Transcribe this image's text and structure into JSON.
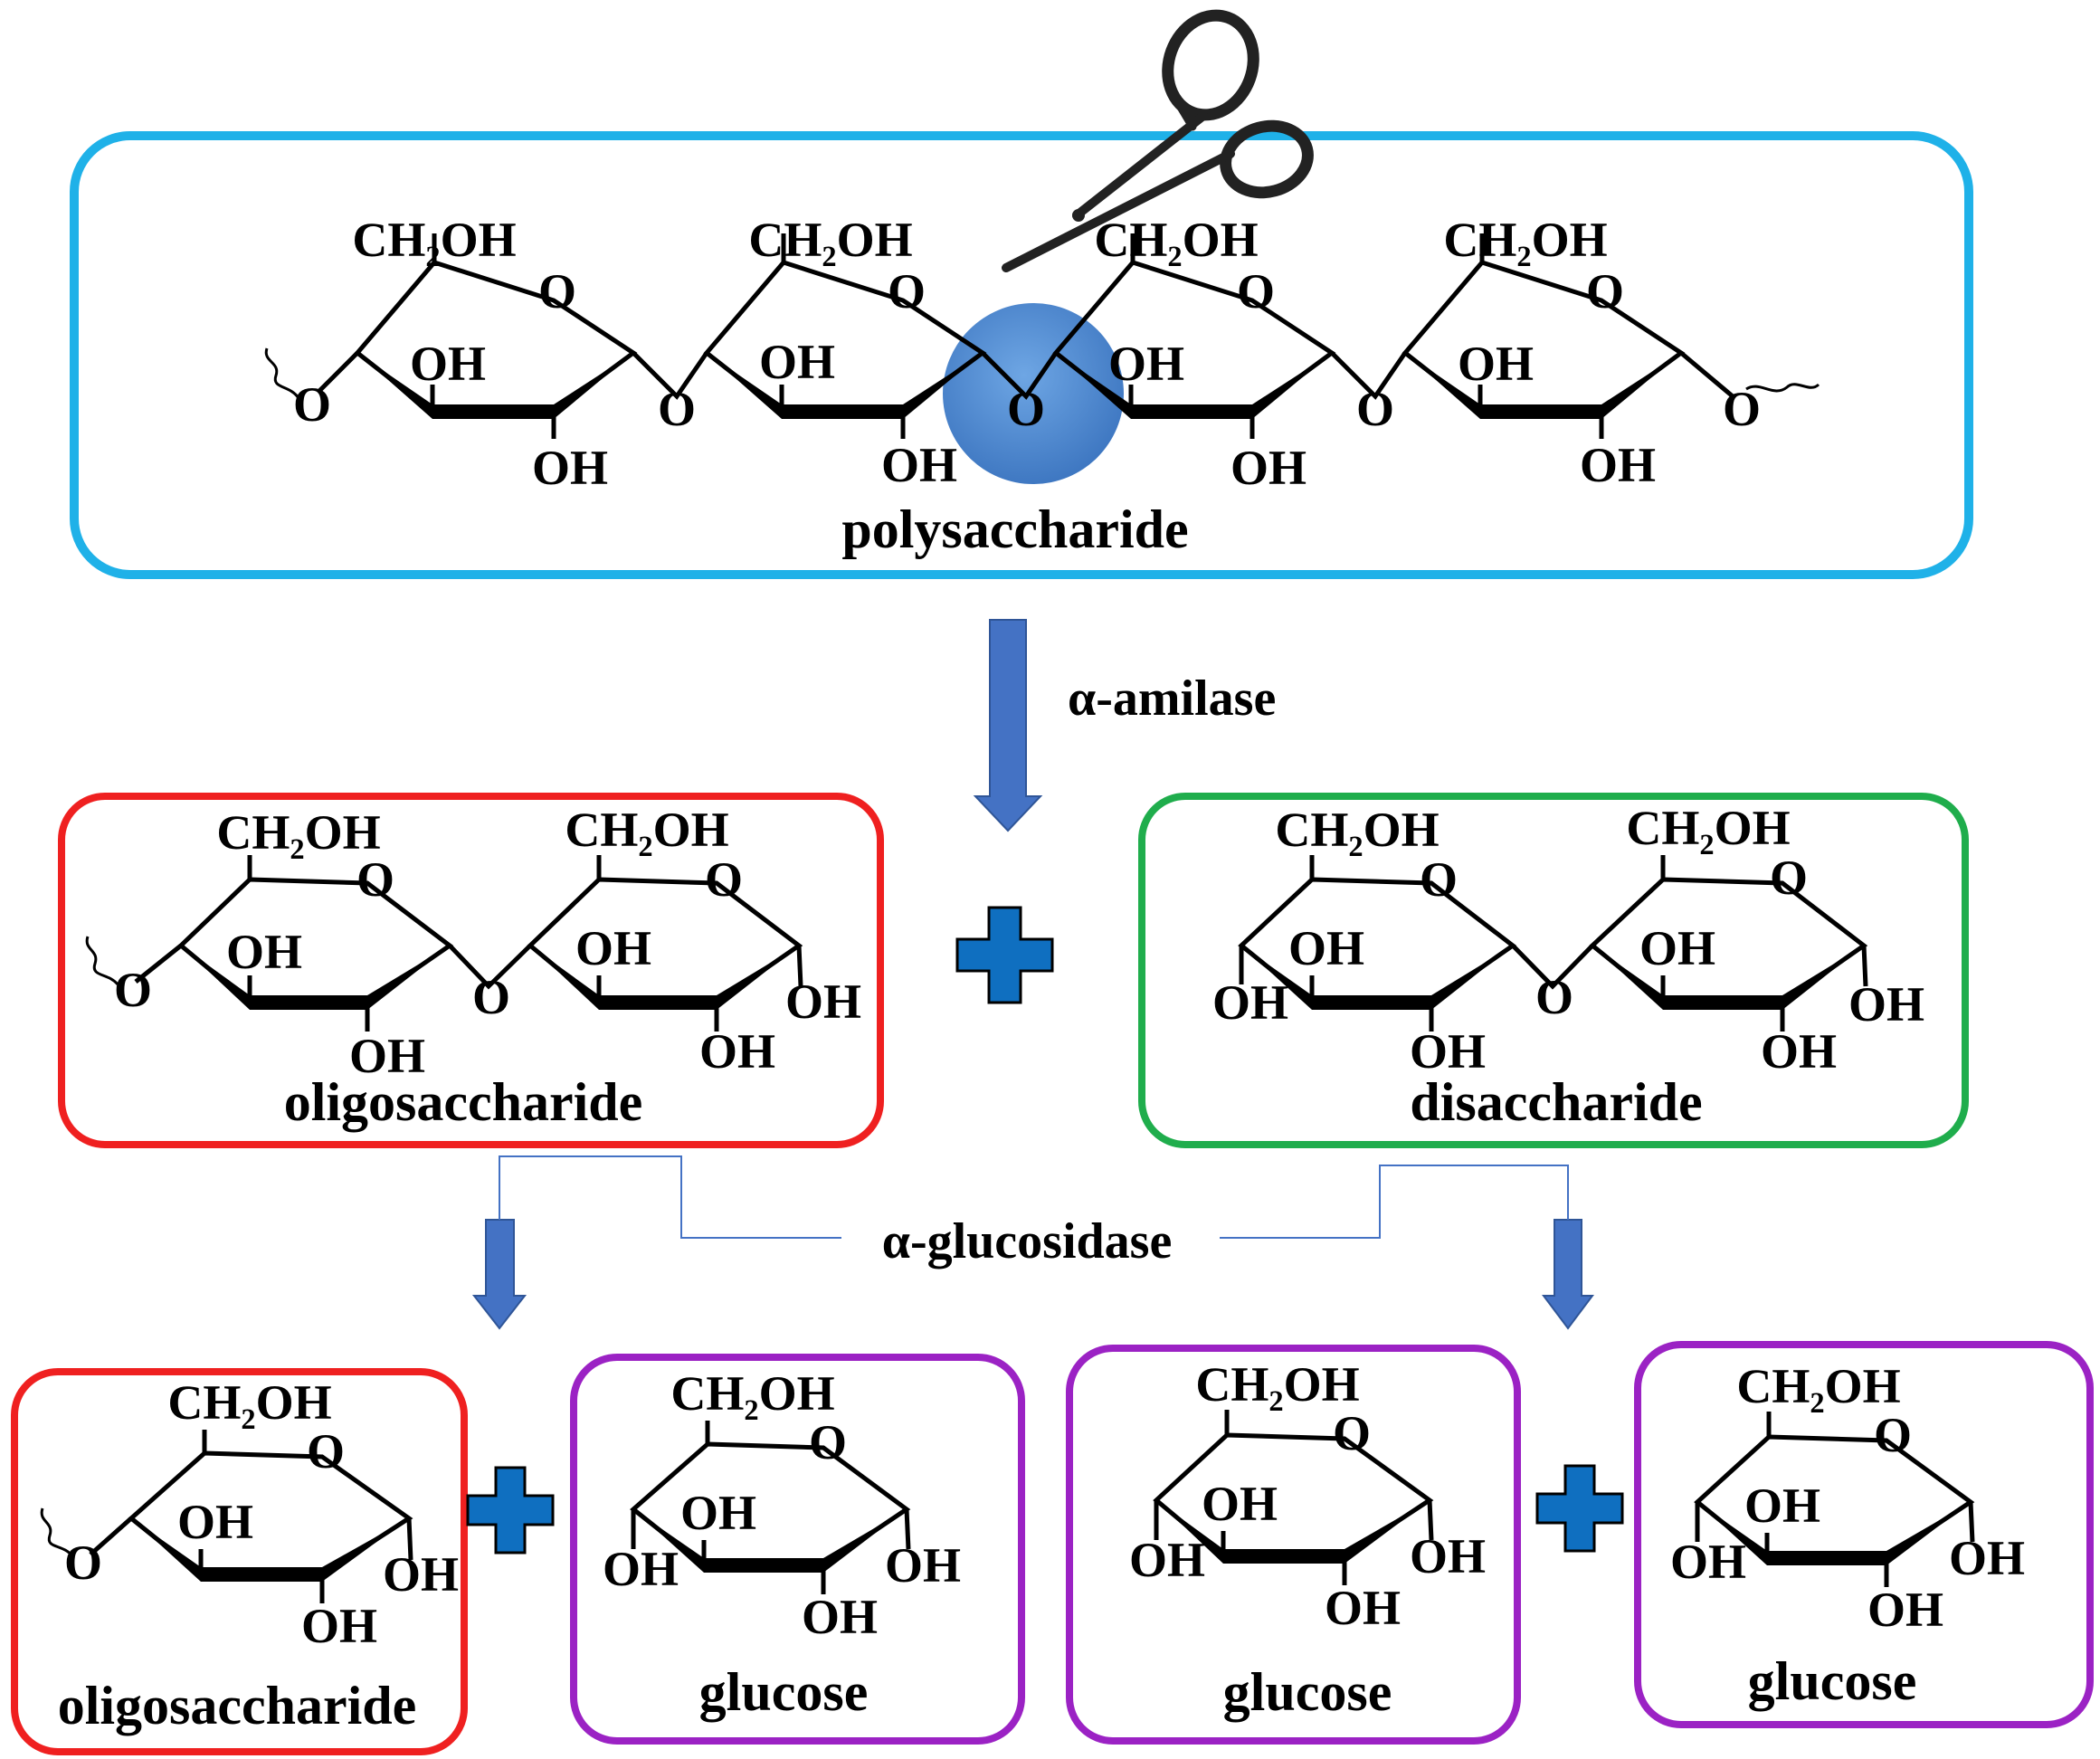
{
  "labels": {
    "polysaccharide": "polysaccharide",
    "oligosaccharide_mid": "oligosaccharide",
    "disaccharide": "disaccharide",
    "oligosaccharide_bottom": "oligosaccharide",
    "glucose_1": "glucose",
    "glucose_2": "glucose",
    "glucose_3": "glucose"
  },
  "enzymes": {
    "amylase": "α-amilase",
    "glucosidase": "α-glucosidase"
  },
  "atoms": {
    "ch2oh": "CH₂OH",
    "o": "O",
    "oh": "OH"
  },
  "colors": {
    "polysaccharide_box": "#1fb1e8",
    "oligosaccharide_box": "#ef2020",
    "disaccharide_box": "#1fad4c",
    "glucose_box": "#9b22c4",
    "arrow": "#4472c4",
    "plus": "#0f6fc0",
    "cleavage_circle": "#4a86cf",
    "connector_line": "#4472c4"
  },
  "icons": {
    "scissors": "scissors-icon",
    "plus": "plus-icon",
    "arrow": "down-arrow-icon"
  }
}
